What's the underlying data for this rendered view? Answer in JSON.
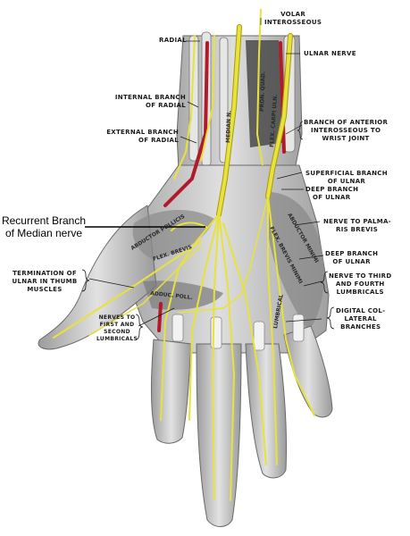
{
  "colors": {
    "background": "#ffffff",
    "tissue": "#c8c8c8",
    "tissue_dark": "#8a8a8a",
    "nerve": "#e8e23a",
    "nerve_outline": "#a89a10",
    "artery": "#b01a2a",
    "label": "#1a1a1a"
  },
  "labels": {
    "volar_interosseous": [
      "VOLAR",
      "INTEROSSEOUS"
    ],
    "radial": "RADIAL",
    "ulnar_nerve": "ULNAR NERVE",
    "internal_branch_radial": [
      "INTERNAL BRANCH",
      "OF RADIAL"
    ],
    "external_branch_radial": [
      "EXTERNAL BRANCH",
      "OF RADIAL"
    ],
    "branch_anterior_interosseous": [
      "BRANCH OF ANTERIOR",
      "INTEROSSEOUS TO",
      "WRIST JOINT"
    ],
    "superficial_branch_ulnar": [
      "SUPERFICIAL BRANCH",
      "OF ULNAR"
    ],
    "deep_branch_ulnar_upper": [
      "DEEP BRANCH",
      "OF ULNAR"
    ],
    "recurrent_branch": [
      "Recurrent Branch",
      "of Median nerve"
    ],
    "nerve_palmaris_brevis": [
      "NERVE TO PALMA-",
      "RIS BREVIS"
    ],
    "deep_branch_ulnar_lower": [
      "DEEP BRANCH",
      "OF ULNAR"
    ],
    "termination_ulnar": [
      "TERMINATION OF",
      "ULNAR IN THUMB",
      "MUSCLES"
    ],
    "nerve_third_fourth": [
      "NERVE TO THIRD",
      "AND FOURTH",
      "LUMBRICALS"
    ],
    "digital_collateral": [
      "DIGITAL COL-",
      "LATERAL",
      "BRANCHES"
    ],
    "nerves_first_second": [
      "NERVES TO",
      "FIRST AND",
      "SECOND",
      "LUMBRICALS"
    ]
  },
  "structure_labels": {
    "median": "MEDIAN N.",
    "pron_quad": "PRON. QUAD.",
    "flex_carpi_uln": "FLEX. CARPI ULN.",
    "abductor_pollicis": "ABDUCTOR POLLICIS",
    "flex_brevis": "FLEX. BREVIS",
    "adductor_pollicis": "ADDUC. POLL.",
    "abductor_minimi": "ABDUCTOR MINIMI",
    "flex_brevis_minimi": "FLEX. BREVIS MINIMI",
    "lumbrical": "LUMBRICAL"
  }
}
